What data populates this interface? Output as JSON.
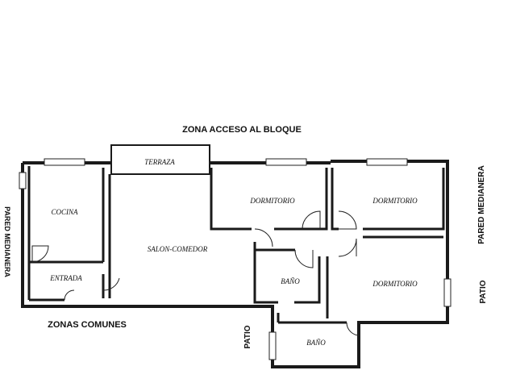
{
  "labels": {
    "zona_acceso": "ZONA ACCESO AL BLOQUE",
    "zonas_comunes": "ZONAS COMUNES",
    "pared_medianera": "PARED MEDIANERA",
    "patio_right": "PATIO",
    "patio_bottom": "PATIO",
    "left_edge": "PARED MEDIANERA"
  },
  "rooms": {
    "terraza": "TERRAZA",
    "cocina": "COCINA",
    "entrada": "ENTRADA",
    "salon": "SALON-COMEDOR",
    "dormitorio_1": "DORMITORIO",
    "dormitorio_2": "DORMITORIO",
    "dormitorio_3": "DORMITORIO",
    "bano_1": "BAÑO",
    "bano_2": "BAÑO"
  }
}
